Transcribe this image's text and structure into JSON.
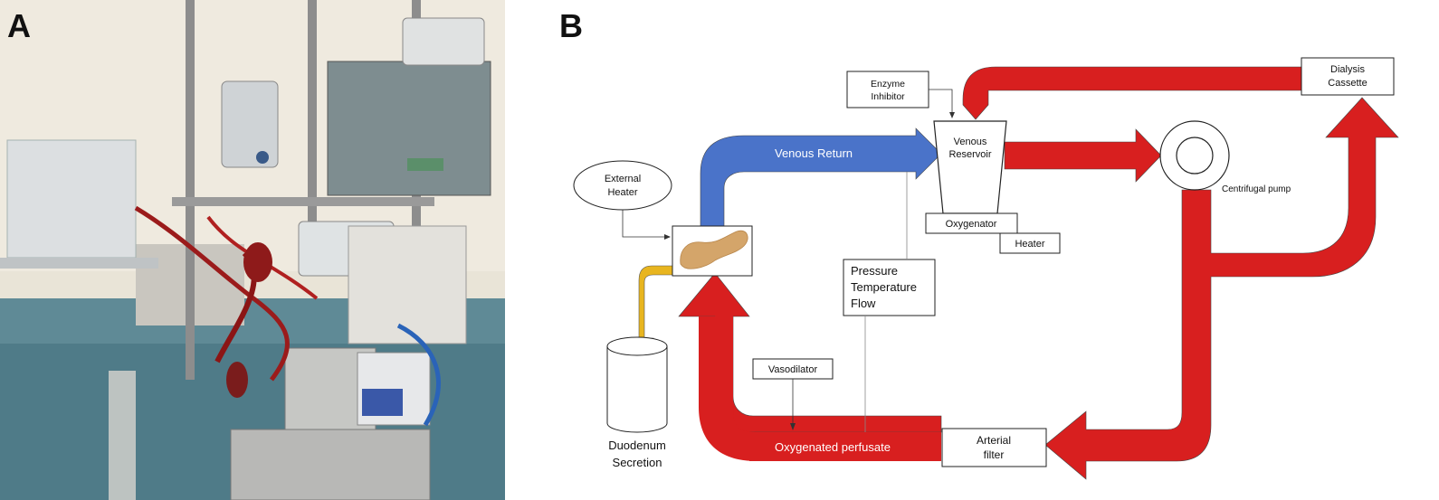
{
  "panels": {
    "a": "A",
    "b": "B"
  },
  "diagram": {
    "enzyme_inhibitor": [
      "Enzyme",
      "Inhibitor"
    ],
    "dialysis_cassette": [
      "Dialysis",
      "Cassette"
    ],
    "venous_reservoir": [
      "Venous",
      "Reservoir"
    ],
    "oxygenator": "Oxygenator",
    "heater": "Heater",
    "centrifugal_pump": "Centrifugal pump",
    "external_heater": [
      "External",
      "Heater"
    ],
    "venous_return": "Venous Return",
    "pressure_temperature_flow": [
      "Pressure",
      "Temperature",
      "Flow"
    ],
    "vasodilator": "Vasodilator",
    "duodenum_secretion": [
      "Duodenum",
      "Secretion"
    ],
    "oxygenated_perfusate": "Oxygenated perfusate",
    "arterial_filter": [
      "Arterial",
      "filter"
    ]
  },
  "colors": {
    "red_flow": "#d81f1f",
    "blue_flow": "#4a73c9",
    "yellow_flow": "#e8b51f",
    "pancreas": "#d4a56a"
  }
}
